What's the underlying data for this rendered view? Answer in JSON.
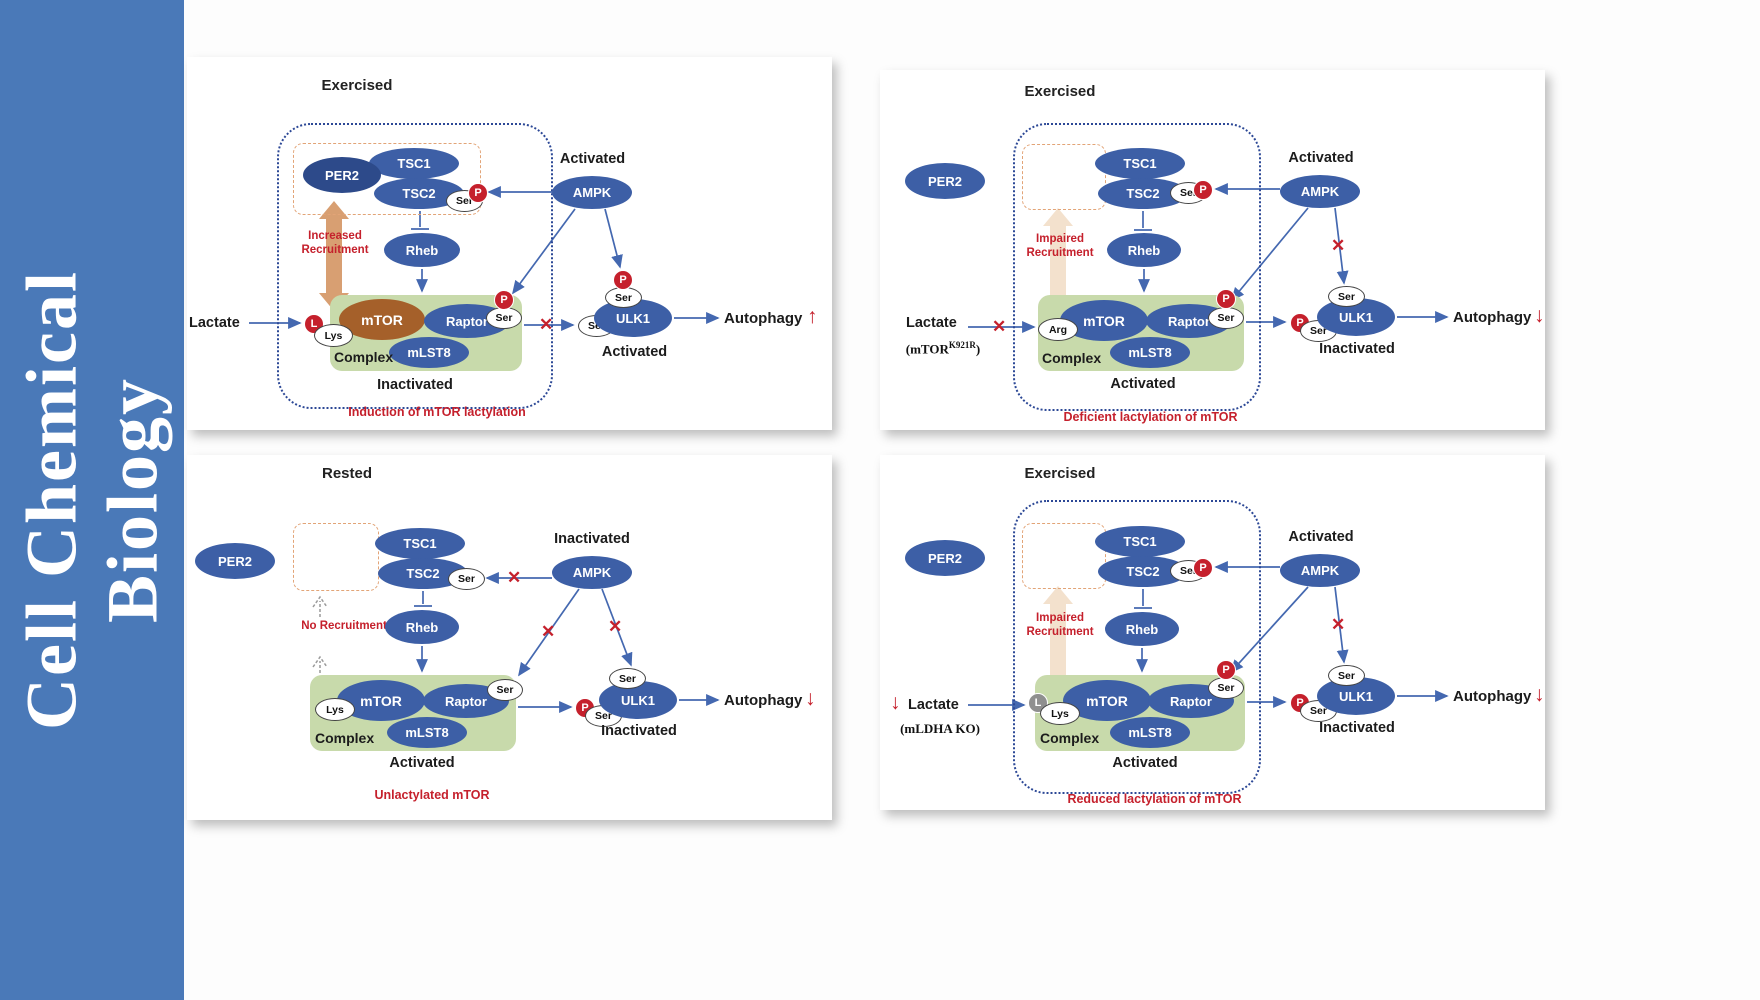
{
  "sidebar": {
    "line1": "Cell Chemical",
    "line2": "Biology"
  },
  "glyphs": {
    "cross": "✕"
  },
  "proteins": {
    "per2": "PER2",
    "tsc1": "TSC1",
    "tsc2": "TSC2",
    "ampk": "AMPK",
    "rheb": "Rheb",
    "mtor": "mTOR",
    "raptor": "Raptor",
    "mlst8": "mLST8",
    "ulk1": "ULK1"
  },
  "residues": {
    "ser": "Ser",
    "lys": "Lys",
    "arg": "Arg",
    "p": "P",
    "l": "L"
  },
  "p1": {
    "title": "Exercised",
    "ampk_state": "Activated",
    "recruitment": "Increased Recruitment",
    "complex": "Complex",
    "complex_state": "Inactivated",
    "ulk1_state": "Activated",
    "lactate": "Lactate",
    "autophagy": "Autophagy",
    "autophagy_dir": "↑",
    "caption": "Induction of mTOR lactylation"
  },
  "p2": {
    "title": "Exercised",
    "ampk_state": "Activated",
    "recruitment": "Impaired Recruitment",
    "complex": "Complex",
    "complex_state": "Activated",
    "ulk1_state": "Inactivated",
    "lactate": "Lactate",
    "note_open": "(mTOR",
    "note_sup": "K921R",
    "note_close": ")",
    "autophagy": "Autophagy",
    "autophagy_dir": "↓",
    "caption": "Deficient lactylation of mTOR"
  },
  "p3": {
    "title": "Rested",
    "ampk_state": "Inactivated",
    "recruitment": "No Recruitment",
    "complex": "Complex",
    "complex_state": "Activated",
    "ulk1_state": "Inactivated",
    "autophagy": "Autophagy",
    "autophagy_dir": "↓",
    "caption": "Unlactylated mTOR"
  },
  "p4": {
    "title": "Exercised",
    "ampk_state": "Activated",
    "recruitment": "Impaired Recruitment",
    "complex": "Complex",
    "complex_state": "Activated",
    "ulk1_state": "Inactivated",
    "lactate": "Lactate",
    "lactate_dir": "↓",
    "note": "(mLDHA KO)",
    "autophagy": "Autophagy",
    "autophagy_dir": "↓",
    "caption": "Reduced lactylation of mTOR"
  }
}
